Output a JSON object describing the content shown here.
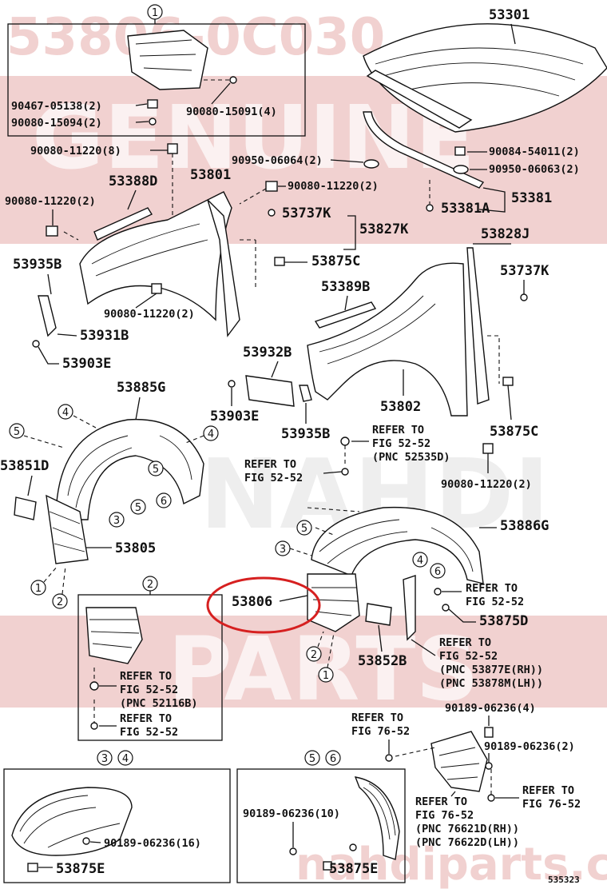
{
  "watermark": {
    "part_code": "53806-0C030",
    "brand_top": "GENUINE",
    "brand_mid": "NAHDI",
    "brand_bottom": "PARTS",
    "site": "nahdiparts.com",
    "accent": "#c0302c"
  },
  "highlight": {
    "label": "53806",
    "color": "#d62020"
  },
  "figure_id": "535323",
  "labels": {
    "c1": "1",
    "c2": "2",
    "c3": "3",
    "c4": "4",
    "c5": "5",
    "c6": "6",
    "p53301": "53301",
    "p90467": "90467-05138(2)",
    "p90080_15094": "90080-15094(2)",
    "p90080_15091": "90080-15091(4)",
    "p90080_11220_8": "90080-11220(8)",
    "p90950_06064": "90950-06064(2)",
    "p90084_54011": "90084-54011(2)",
    "p90950_06063": "90950-06063(2)",
    "p53388D": "53388D",
    "p53801": "53801",
    "p90080_11220_2a": "90080-11220(2)",
    "p90080_11220_2b": "90080-11220(2)",
    "p53381": "53381",
    "p53381A": "53381A",
    "p53737K_a": "53737K",
    "p53827K": "53827K",
    "p53828J": "53828J",
    "p53935B_a": "53935B",
    "p53875C_a": "53875C",
    "p53737K_b": "53737K",
    "p53389B": "53389B",
    "p90080_11220_2c": "90080-11220(2)",
    "p53931B": "53931B",
    "p53903E_a": "53903E",
    "p53932B": "53932B",
    "p53885G": "53885G",
    "p53802": "53802",
    "p53903E_b": "53903E",
    "p53935B_b": "53935B",
    "p53875C_b": "53875C",
    "refer_52_52_a1": "REFER TO",
    "refer_52_52_a2": "FIG 52-52",
    "refer_52_52_a3": "(PNC 52535D)",
    "refer_52_52_b1": "REFER TO",
    "refer_52_52_b2": "FIG 52-52",
    "p90080_11220_2d": "90080-11220(2)",
    "p53851D": "53851D",
    "p53805": "53805",
    "p53886G": "53886G",
    "p53806": "53806",
    "refer_52_52_c1": "REFER TO",
    "refer_52_52_c2": "FIG 52-52",
    "p53875D": "53875D",
    "p53852B": "53852B",
    "refer_52_52_d1": "REFER TO",
    "refer_52_52_d2": "FIG 52-52",
    "refer_52_52_d3": "(PNC 53877E(RH))",
    "refer_52_52_d4": "(PNC 53878M(LH))",
    "refer_52_52_e1": "REFER TO",
    "refer_52_52_e2": "FIG 52-52",
    "refer_52_52_e3": "(PNC 52116B)",
    "refer_52_52_f1": "REFER TO",
    "refer_52_52_f2": "FIG 52-52",
    "refer_76_52_a1": "REFER TO",
    "refer_76_52_a2": "FIG 76-52",
    "p90189_06236_4": "90189-06236(4)",
    "p90189_06236_2": "90189-06236(2)",
    "refer_76_52_b1": "REFER TO",
    "refer_76_52_b2": "FIG 76-52",
    "refer_76_52_c1": "REFER TO",
    "refer_76_52_c2": "FIG 76-52",
    "refer_76_52_c3": "(PNC 76621D(RH))",
    "refer_76_52_c4": "(PNC 76622D(LH))",
    "p90189_06236_16": "90189-06236(16)",
    "p53875E_a": "53875E",
    "p90189_06236_10": "90189-06236(10)",
    "p53875E_b": "53875E"
  }
}
